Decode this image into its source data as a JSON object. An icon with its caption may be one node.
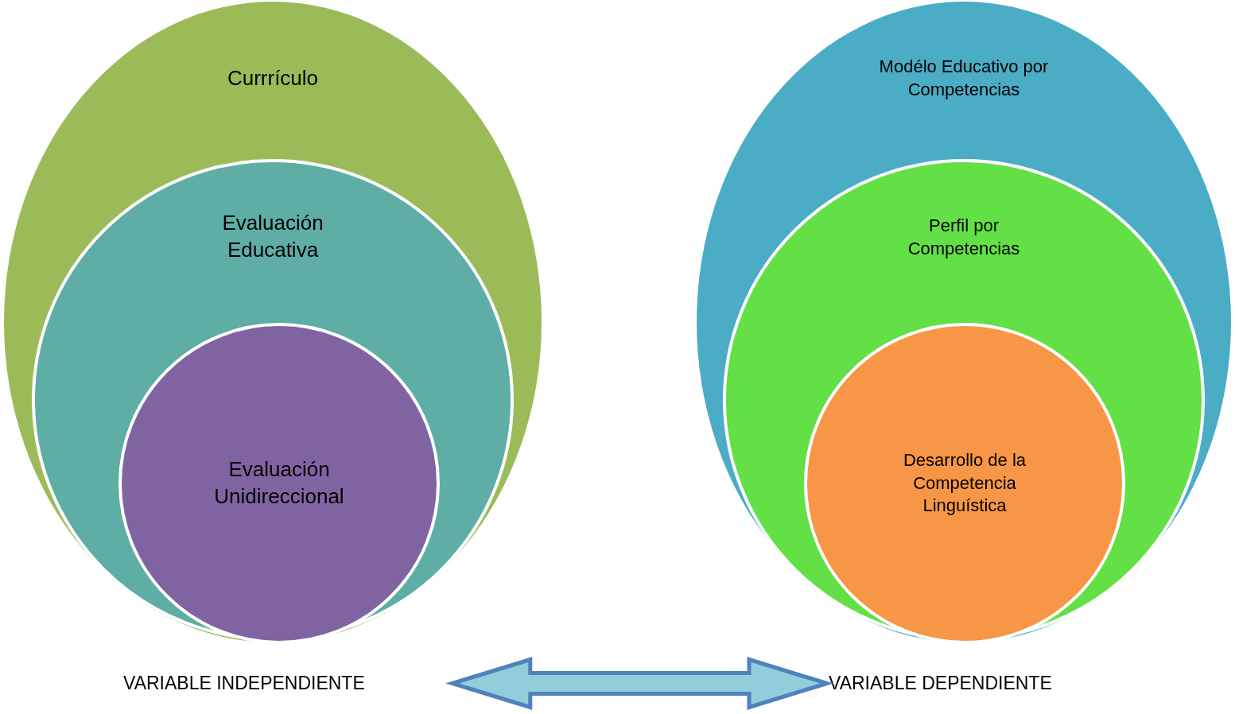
{
  "diagram": {
    "nodes": [
      {
        "text": [
          "Currrículo"
        ]
      },
      {
        "text": [
          "Evaluación Educativa"
        ],
        "in": 0
      },
      {
        "text": [
          "Evaluación Unidireccional"
        ],
        "in": 1
      },
      {
        "text": [
          "Modélo Educativo por Competencias"
        ]
      },
      {
        "text": [
          "Perfil por Competencias"
        ],
        "in": 3
      },
      {
        "text": [
          "Desarrollo de la Competencia Linguística"
        ],
        "in": 4
      },
      {
        "text": [
          "VARIABLE INDEPENDIENTE"
        ]
      },
      {
        "text": [
          "VARIABLE DEPENDIENTE"
        ]
      }
    ],
    "edges": [
      {
        "from": 6,
        "to": 7,
        "arrow": "both",
        "style": "thick"
      }
    ]
  }
}
